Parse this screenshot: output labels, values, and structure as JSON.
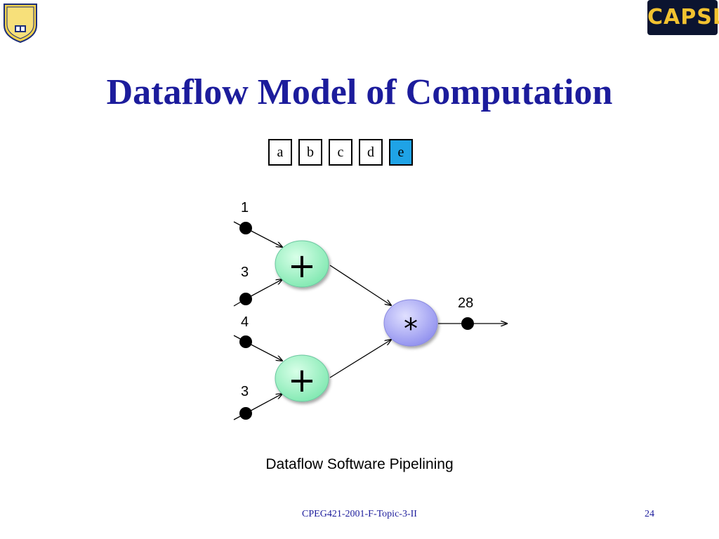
{
  "slide": {
    "title": "Dataflow Model of Computation",
    "caption": "Dataflow Software Pipelining",
    "footer": "CPEG421-2001-F-Topic-3-II",
    "page_number": "24"
  },
  "logos": {
    "capsl": "CAPSL"
  },
  "queue": {
    "cells": [
      {
        "label": "a",
        "highlighted": false
      },
      {
        "label": "b",
        "highlighted": false
      },
      {
        "label": "c",
        "highlighted": false
      },
      {
        "label": "d",
        "highlighted": false
      },
      {
        "label": "e",
        "highlighted": true
      }
    ],
    "highlight_color": "#1fa3e6"
  },
  "graph": {
    "inputs": [
      "1",
      "3",
      "4",
      "3"
    ],
    "output": "28",
    "nodes": [
      {
        "op": "+",
        "color": "#9ef0c0"
      },
      {
        "op": "+",
        "color": "#9ef0c0"
      },
      {
        "op": "*",
        "color": "#a9a9f2"
      }
    ]
  }
}
